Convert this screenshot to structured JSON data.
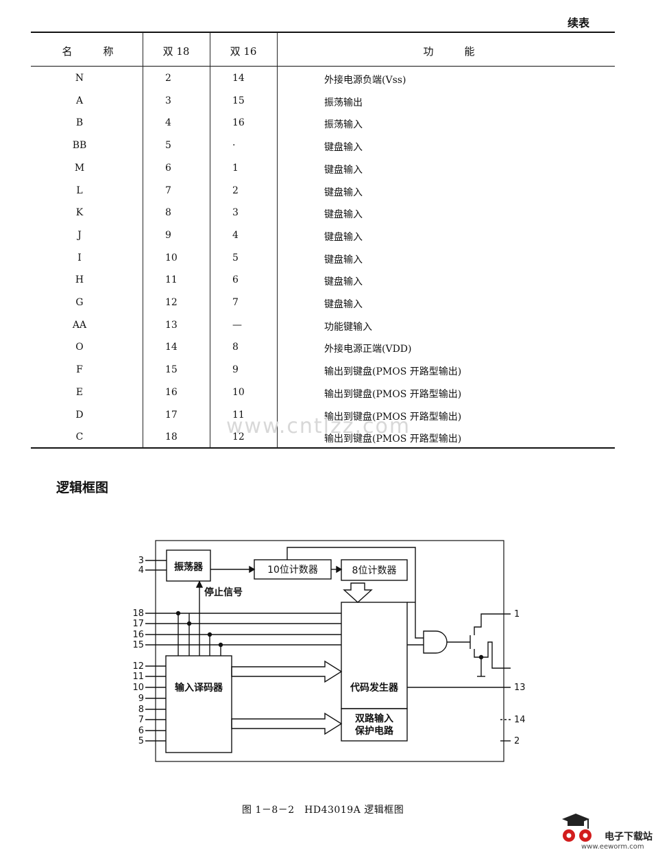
{
  "page": {
    "continued_label": "续表",
    "watermark": "www.cntlzz.com"
  },
  "table": {
    "headers": {
      "name": "名　　　称",
      "d18": "双 18",
      "d16": "双 16",
      "function": "功　　　能"
    },
    "rows": [
      {
        "name": "N",
        "d18": "2",
        "d16": "14",
        "fn": "外接电源负端(Vss)"
      },
      {
        "name": "A",
        "d18": "3",
        "d16": "15",
        "fn": "振荡输出"
      },
      {
        "name": "B",
        "d18": "4",
        "d16": "16",
        "fn": "振荡输入"
      },
      {
        "name": "BB",
        "d18": "5",
        "d16": "·",
        "fn": "键盘输入"
      },
      {
        "name": "M",
        "d18": "6",
        "d16": "1",
        "fn": "键盘输入"
      },
      {
        "name": "L",
        "d18": "7",
        "d16": "2",
        "fn": "键盘输入"
      },
      {
        "name": "K",
        "d18": "8",
        "d16": "3",
        "fn": "键盘输入"
      },
      {
        "name": "J",
        "d18": "9",
        "d16": "4",
        "fn": "键盘输入"
      },
      {
        "name": "I",
        "d18": "10",
        "d16": "5",
        "fn": "键盘输入"
      },
      {
        "name": "H",
        "d18": "11",
        "d16": "6",
        "fn": "键盘输入"
      },
      {
        "name": "G",
        "d18": "12",
        "d16": "7",
        "fn": "键盘输入"
      },
      {
        "name": "AA",
        "d18": "13",
        "d16": "—",
        "fn": "功能键输入"
      },
      {
        "name": "O",
        "d18": "14",
        "d16": "8",
        "fn": "外接电源正端(VDD)"
      },
      {
        "name": "F",
        "d18": "15",
        "d16": "9",
        "fn": "输出到键盘(PMOS 开路型输出)"
      },
      {
        "name": "E",
        "d18": "16",
        "d16": "10",
        "fn": "输出到键盘(PMOS 开路型输出)"
      },
      {
        "name": "D",
        "d18": "17",
        "d16": "11",
        "fn": "输出到键盘(PMOS 开路型输出)"
      },
      {
        "name": "C",
        "d18": "18",
        "d16": "12",
        "fn": "输出到键盘(PMOS 开路型输出)"
      }
    ]
  },
  "section_title": "逻辑框图",
  "diagram": {
    "blocks": {
      "oscillator": "振荡器",
      "counter10": "10位计数器",
      "counter8": "8位计数器",
      "decoder": "输入译码器",
      "code_gen": "代码发生器",
      "protect_line1": "双路输入",
      "protect_line2": "保护电路"
    },
    "stop_signal": "停止信号",
    "left_pins_top": [
      "3",
      "4"
    ],
    "left_pins_mid": [
      "18",
      "17",
      "16",
      "15"
    ],
    "left_pins_low": [
      "12",
      "11",
      "10",
      "9",
      "8",
      "7",
      "6",
      "5"
    ],
    "right_pins": [
      "1",
      "13",
      "14",
      "2"
    ]
  },
  "caption": "图 1－8－2　HD43019A 逻辑框图",
  "logo": {
    "brand": "电子下载站",
    "url": "www.eeworm.com"
  }
}
